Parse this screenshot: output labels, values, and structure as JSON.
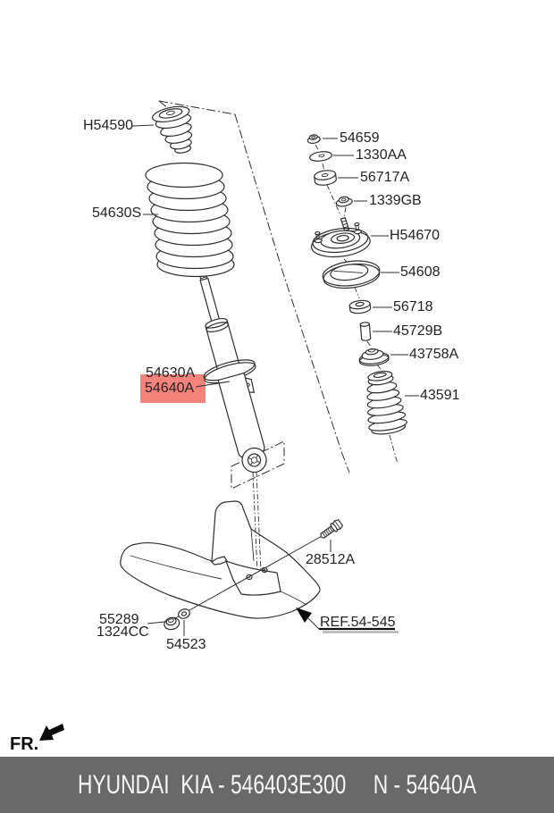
{
  "parts": {
    "h54590": "H54590",
    "s54630s": "54630S",
    "n54659": "54659",
    "w1330aa": "1330AA",
    "c56717a": "56717A",
    "n1339gb": "1339GB",
    "m_h54670": "H54670",
    "s54608": "54608",
    "b56718": "56718",
    "sl45729b": "45729B",
    "c43758a": "43758A",
    "bt43591": "43591",
    "a54630a": "54630A",
    "a54640a": "54640A",
    "b28512a": "28512A",
    "n55289": "55289",
    "n1324cc": "1324CC",
    "w54523": "54523"
  },
  "reference_label": "REF.54-545",
  "direction_label": "FR.",
  "footer": {
    "assembly_text": "HYUNDAI  KIA - 546403E300",
    "part_text": "N - 54640A"
  },
  "colors": {
    "highlight": "#f4837c",
    "footer_bg": "#696969",
    "footer_text": "#f8f8f8",
    "line": "#2e2e2e"
  }
}
